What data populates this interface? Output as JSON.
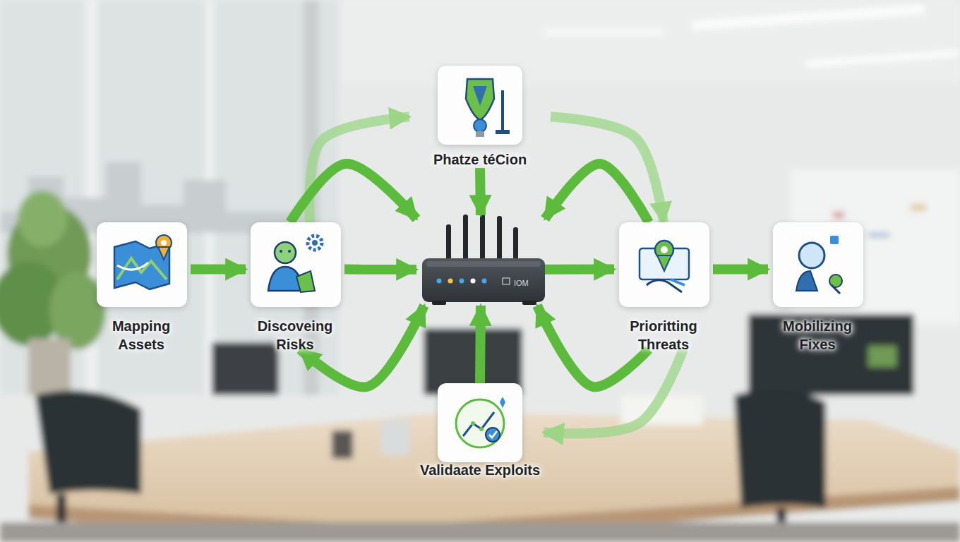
{
  "diagram": {
    "nodes": [
      {
        "text": [
          "Phatze téCion"
        ]
      },
      {
        "text": [
          "Mapping Assets"
        ]
      },
      {
        "text": [
          "Discoveing Risks"
        ]
      },
      {
        "text": [
          "IOM"
        ]
      },
      {
        "text": [
          "Prioritting Threats"
        ]
      },
      {
        "text": [
          "Mobilizing Fixes"
        ]
      },
      {
        "text": [
          "Validaate Exploits"
        ]
      }
    ],
    "edges": [
      {
        "from": 1,
        "to": 2,
        "arrow": "to"
      },
      {
        "from": 2,
        "to": 3,
        "arrow": "to"
      },
      {
        "from": 3,
        "to": 4,
        "arrow": "to"
      },
      {
        "from": 4,
        "to": 5,
        "arrow": "to"
      },
      {
        "from": 0,
        "to": 3,
        "arrow": "to"
      },
      {
        "from": 6,
        "to": 3,
        "arrow": "to"
      },
      {
        "from": 2,
        "to": 0,
        "arrow": "to"
      },
      {
        "from": 2,
        "to": 3,
        "arrow": "to"
      },
      {
        "from": 0,
        "to": 4,
        "arrow": "to"
      },
      {
        "from": 4,
        "to": 3,
        "arrow": "to"
      },
      {
        "from": 2,
        "to": 3,
        "arrow": "both"
      },
      {
        "from": 4,
        "to": 3,
        "arrow": "to"
      },
      {
        "from": 4,
        "to": 6,
        "arrow": "to"
      }
    ]
  }
}
